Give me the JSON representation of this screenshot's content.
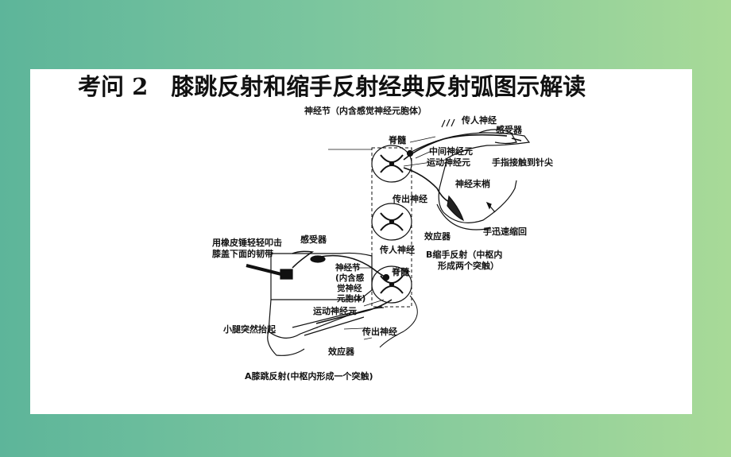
{
  "title": "考问 2　膝跳反射和缩手反射经典反射弧图示解读",
  "labels": {
    "ganglion_top": "神经节（内含感觉神经元胞体）",
    "afferent_top": "传人神经",
    "receptor_top": "感受器",
    "spinal_top": "脊髓",
    "interneuron": "中间神经元",
    "motor_top": "运动神经元",
    "finger_touch": "手指接触到针尖",
    "nerve_ending": "神经末梢",
    "efferent_mid": "传出神经",
    "effector_top": "效应器",
    "hand_withdraw": "手迅速缩回",
    "b_line1": "B缩手反射（中枢内",
    "b_line2": "形成两个突触）",
    "hammer_line1": "用橡皮锤轻轻叩击",
    "hammer_line2": "膝盖下面的韧带",
    "receptor_bottom": "感受器",
    "afferent_bottom": "传人神经",
    "ganglion_b1": "神经节",
    "ganglion_b2": "(内含感",
    "ganglion_b3": "觉神经",
    "ganglion_b4": "元胞体)",
    "spinal_bottom": "脊髓",
    "motor_bottom": "运动神经元",
    "leg_raise": "小腿突然抬起",
    "efferent_bottom": "传出神经",
    "effector_bottom": "效应器",
    "a_caption": "A膝跳反射(中枢内形成一个突触)"
  }
}
